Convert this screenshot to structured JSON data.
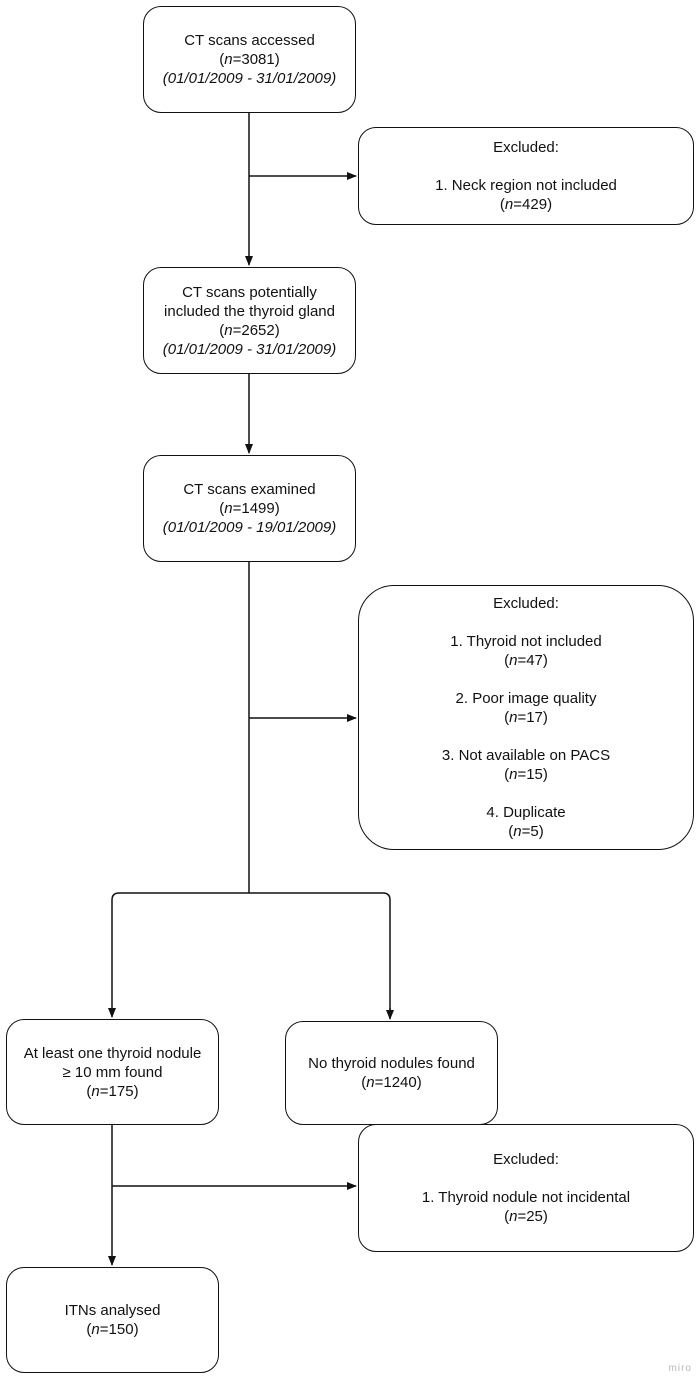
{
  "nodes": {
    "accessed": {
      "title": "CT scans accessed",
      "n": "3081",
      "dates": "01/01/2009 - 31/01/2009"
    },
    "excluded1": {
      "heading": "Excluded:",
      "item1": "1. Neck region not included",
      "n1": "429"
    },
    "potential": {
      "line1": "CT scans potentially",
      "line2": "included the thyroid gland",
      "n": "2652",
      "dates": "01/01/2009 - 31/01/2009"
    },
    "examined": {
      "title": "CT scans examined",
      "n": "1499",
      "dates": "01/01/2009 - 19/01/2009"
    },
    "excluded2": {
      "heading": "Excluded:",
      "item1": "1. Thyroid not included",
      "n1": "47",
      "item2": "2. Poor image quality",
      "n2": "17",
      "item3": "3. Not available on PACS",
      "n3": "15",
      "item4": "4. Duplicate",
      "n4": "5"
    },
    "nodule": {
      "line1": "At least one thyroid nodule",
      "line2": "≥ 10 mm found",
      "n": "175"
    },
    "no_nodule": {
      "title": "No thyroid nodules found",
      "n": "1240"
    },
    "excluded3": {
      "heading": "Excluded:",
      "item1": "1. Thyroid nodule not incidental",
      "n1": "25"
    },
    "itn": {
      "title": "ITNs analysed",
      "n": "150"
    }
  },
  "n_label": "n",
  "watermark": "miro"
}
